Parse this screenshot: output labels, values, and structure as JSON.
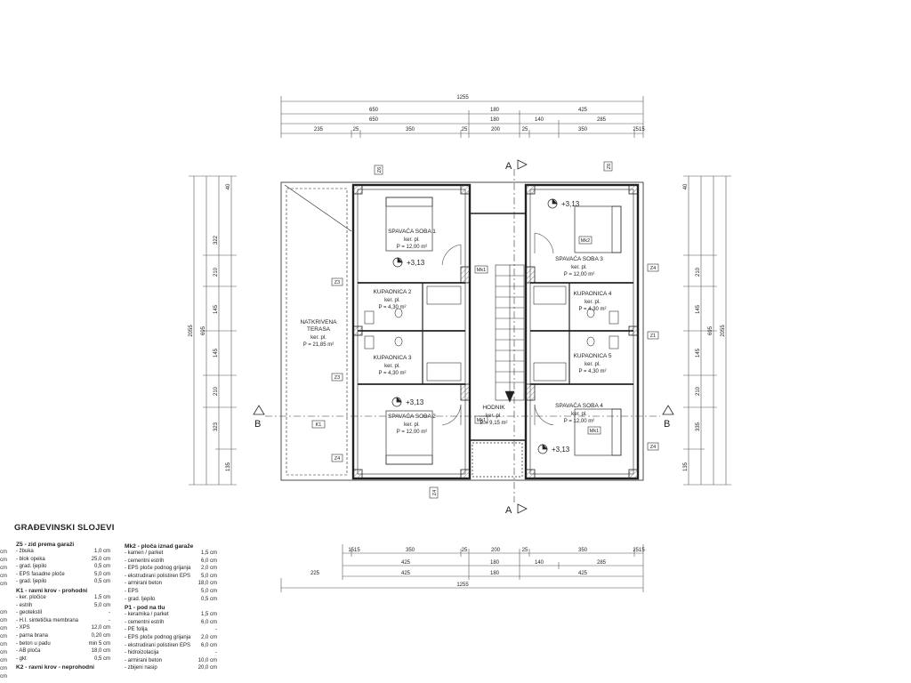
{
  "dimensions_top": {
    "row1": [
      "1255"
    ],
    "row2": [
      "650",
      "180",
      "425"
    ],
    "row3": [
      "650",
      "180",
      "140",
      "285"
    ],
    "row4": [
      "235",
      "25",
      "350",
      "25",
      "200",
      "25",
      "350",
      "2515"
    ]
  },
  "dimensions_bottom": {
    "row1": [
      "1515",
      "350",
      "25",
      "200",
      "25",
      "350",
      "2515"
    ],
    "row2": [
      "425",
      "180",
      "140",
      "285"
    ],
    "row3": [
      "225",
      "425",
      "180",
      "425"
    ],
    "row4": [
      "1255"
    ]
  },
  "dimensions_left": [
    "2055",
    "695",
    "322",
    "210",
    "145",
    "145",
    "210",
    "323",
    "135",
    "40"
  ],
  "dimensions_right": [
    "2055",
    "695",
    "210",
    "145",
    "145",
    "210",
    "335",
    "135",
    "40"
  ],
  "rooms": {
    "soba1": {
      "name": "SPAVAĆA SOBA 1",
      "floor": "ker. pl.",
      "area": "P = 12,00 m²"
    },
    "soba2": {
      "name": "SPAVAĆA SOBA 2",
      "floor": "ker. pl.",
      "area": "P = 12,00 m²"
    },
    "soba3": {
      "name": "SPAVAĆA SOBA 3",
      "floor": "ker. pl.",
      "area": "P = 12,00 m²"
    },
    "soba4": {
      "name": "SPAVAĆA SOBA 4",
      "floor": "ker. pl.",
      "area": "P = 12,00 m²"
    },
    "kup2": {
      "name": "KUPAONICA 2",
      "floor": "ker. pl.",
      "area": "P = 4,30 m²"
    },
    "kup3": {
      "name": "KUPAONICA 3",
      "floor": "ker. pl.",
      "area": "P = 4,30 m²"
    },
    "kup4": {
      "name": "KUPAONICA 4",
      "floor": "ker. pl.",
      "area": "P = 4,30 m²"
    },
    "kup5": {
      "name": "KUPAONICA 5",
      "floor": "ker. pl.",
      "area": "P = 4,30 m²"
    },
    "hodnik": {
      "name": "HODNIK",
      "floor": "ker. pl.",
      "area": "P = 9,15 m²"
    },
    "terasa": {
      "name1": "NATKRIVENA",
      "name2": "TERASA",
      "floor": "ker. pl.",
      "area": "P = 21,85 m²"
    }
  },
  "levels": [
    "+3,13",
    "+3,13",
    "+3,13",
    "+3,13"
  ],
  "section_marks": {
    "a": "A",
    "b": "B"
  },
  "tags": [
    "Z6",
    "Z6",
    "Z3",
    "Z3",
    "Z4",
    "Z4",
    "Z4",
    "Z1",
    "Z4",
    "Mk1",
    "Mk1",
    "Mk2",
    "Mk1",
    "K1"
  ],
  "legend": {
    "title": "GRAĐEVINSKI SLOJEVI",
    "col1": [
      {
        "head": "Z5 - zid prema garaži",
        "rows": [
          [
            "- žbuka",
            "1,0 cm"
          ],
          [
            "- blok opeka",
            "25,0 cm"
          ],
          [
            "- grad. ljepilo",
            "0,5 cm"
          ],
          [
            "- EPS fasadne ploče",
            "5,0 cm"
          ],
          [
            "- grad. ljepilo",
            "0,5 cm"
          ]
        ]
      },
      {
        "head": "K1 - ravni krov - prohodni",
        "rows": [
          [
            "- ker. pločice",
            "1,5 cm"
          ],
          [
            "- estrih",
            "5,0 cm"
          ],
          [
            "- geotekstil",
            "-"
          ],
          [
            "- H.I. sintetička membrana",
            "-"
          ],
          [
            "- XPS",
            "12,0 cm"
          ],
          [
            "- parna brana",
            "0,20 cm"
          ],
          [
            "- beton u padu",
            "min 5 cm"
          ],
          [
            "- AB ploča",
            "18,0 cm"
          ],
          [
            "- gkt",
            "0,5 cm"
          ]
        ]
      },
      {
        "head": "K2 - ravni krov - neprohodni",
        "rows": []
      }
    ],
    "col2": [
      {
        "head": "Mk2 - ploča iznad garaže",
        "rows": [
          [
            "- kamen / parket",
            "1,5 cm"
          ],
          [
            "- cementni estrih",
            "6,0 cm"
          ],
          [
            "- EPS ploče podnog grijanja",
            "2,0 cm"
          ],
          [
            "- ekstrudirani polistiren EPS",
            "5,0 cm"
          ],
          [
            "- armirani beton",
            "18,0 cm"
          ],
          [
            "- EPS",
            "5,0 cm"
          ],
          [
            "- grad. ljepilo",
            "0,5 cm"
          ]
        ]
      },
      {
        "head": "P1 - pod na tlu",
        "rows": [
          [
            "- keramika / parket",
            "1,5 cm"
          ],
          [
            "- cementni estrih",
            "6,0 cm"
          ],
          [
            "- PE folija",
            "-"
          ],
          [
            "- EPS ploče podnog grijanja",
            "2,0 cm"
          ],
          [
            "- ekstrudirani polistiren EPS",
            "6,0 cm"
          ],
          [
            "- hidroizolacija",
            "-"
          ],
          [
            "- armirani beton",
            "10,0 cm"
          ],
          [
            "- zbijeni nasip",
            "20,0 cm"
          ]
        ]
      }
    ],
    "edge_units": [
      "cm",
      "cm",
      "cm",
      "cm",
      "cm",
      "cm",
      "cm",
      "cm",
      "cm",
      "cm",
      "cm",
      "cm",
      "cm",
      "cm"
    ]
  }
}
